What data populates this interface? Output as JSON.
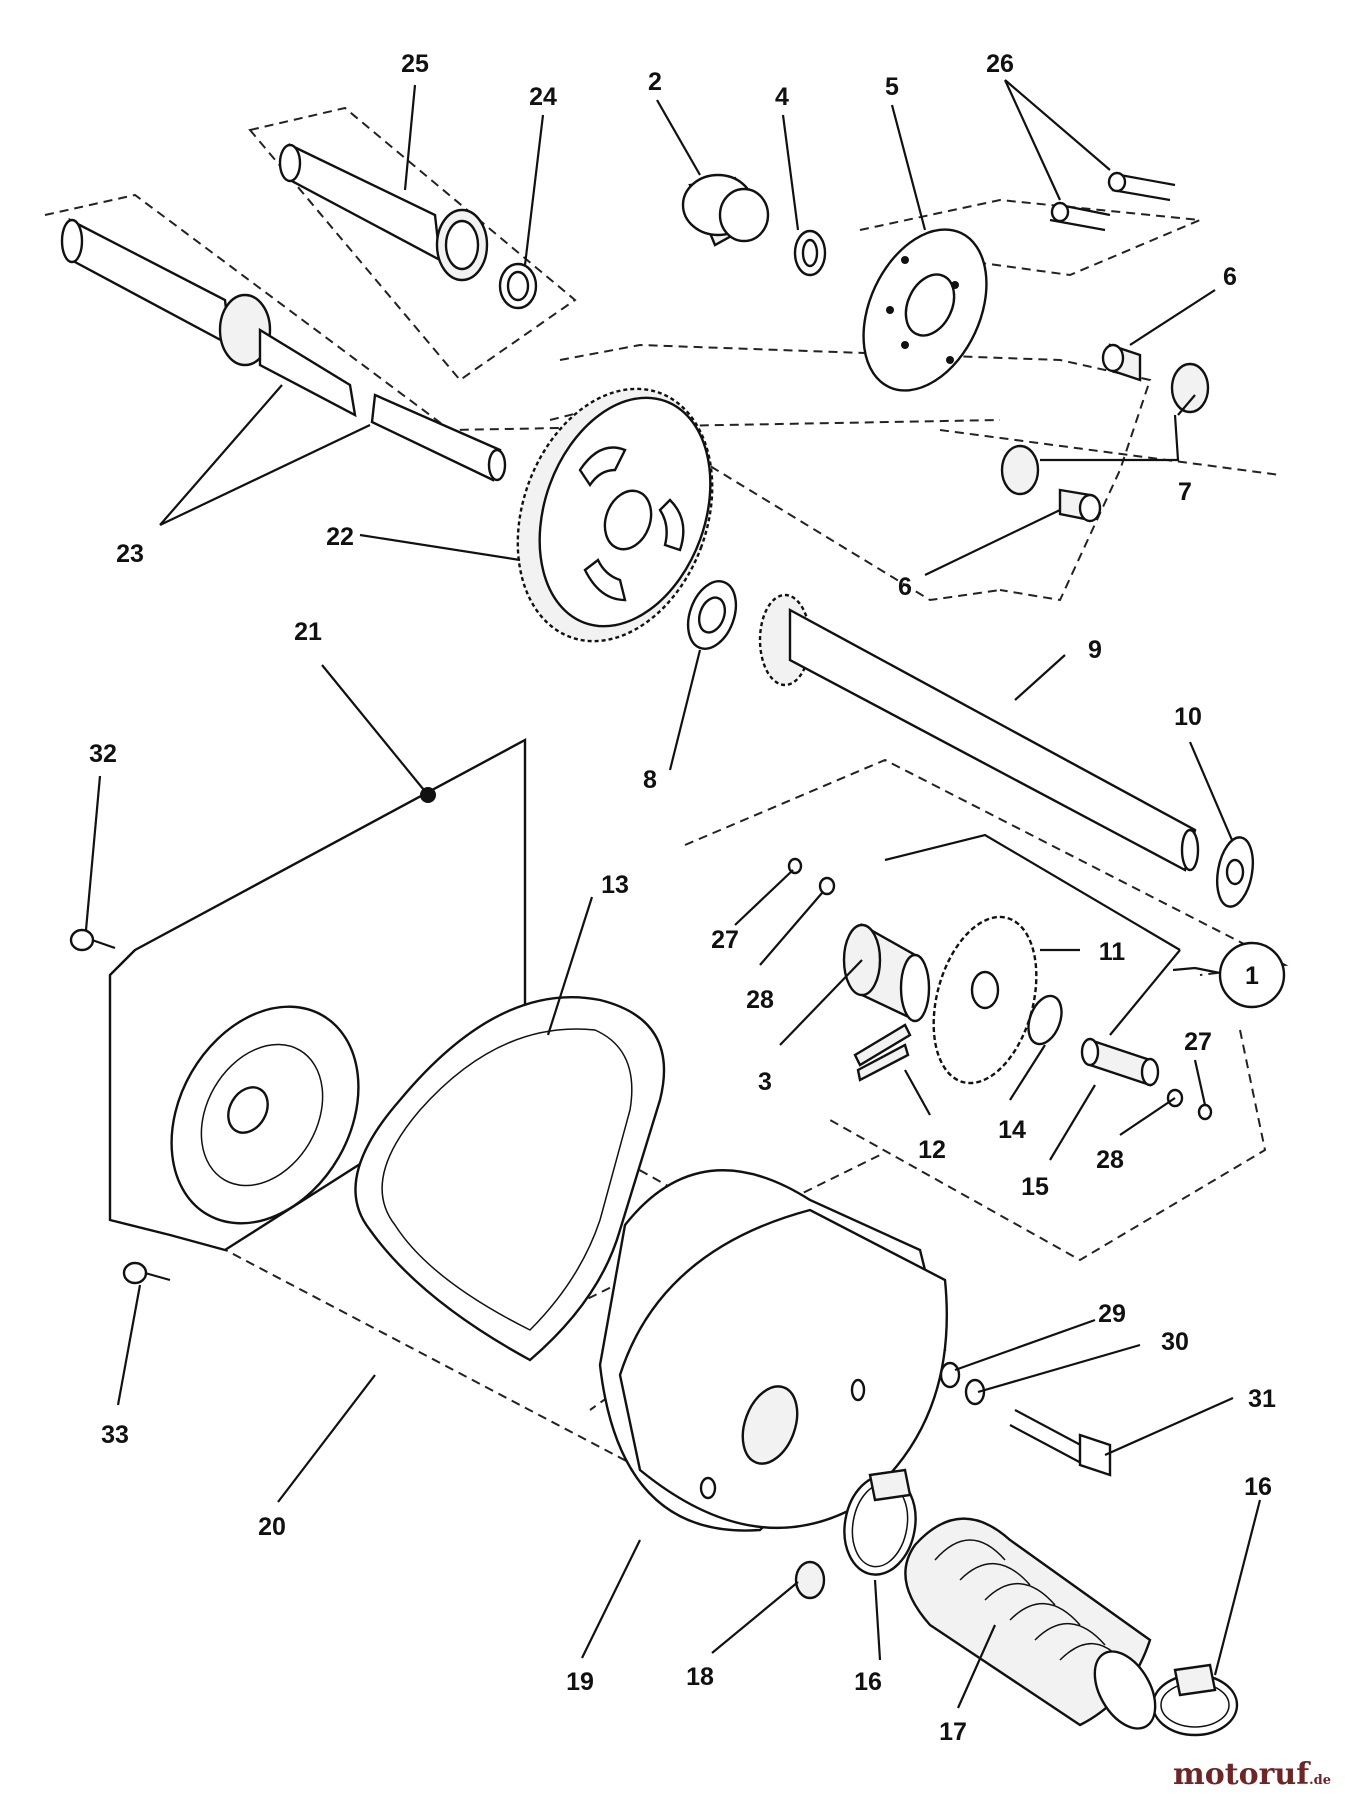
{
  "diagram": {
    "callouts": [
      {
        "id": "25",
        "label": "25"
      },
      {
        "id": "24",
        "label": "24"
      },
      {
        "id": "2",
        "label": "2"
      },
      {
        "id": "4",
        "label": "4"
      },
      {
        "id": "5",
        "label": "5"
      },
      {
        "id": "26",
        "label": "26"
      },
      {
        "id": "6a",
        "label": "6"
      },
      {
        "id": "7",
        "label": "7"
      },
      {
        "id": "6b",
        "label": "6"
      },
      {
        "id": "23",
        "label": "23"
      },
      {
        "id": "22",
        "label": "22"
      },
      {
        "id": "9",
        "label": "9"
      },
      {
        "id": "8",
        "label": "8"
      },
      {
        "id": "21",
        "label": "21"
      },
      {
        "id": "10",
        "label": "10"
      },
      {
        "id": "32",
        "label": "32"
      },
      {
        "id": "13",
        "label": "13"
      },
      {
        "id": "27a",
        "label": "27"
      },
      {
        "id": "28a",
        "label": "28"
      },
      {
        "id": "11",
        "label": "11"
      },
      {
        "id": "1",
        "label": "1"
      },
      {
        "id": "3",
        "label": "3"
      },
      {
        "id": "27b",
        "label": "27"
      },
      {
        "id": "14",
        "label": "14"
      },
      {
        "id": "12",
        "label": "12"
      },
      {
        "id": "28b",
        "label": "28"
      },
      {
        "id": "15",
        "label": "15"
      },
      {
        "id": "33",
        "label": "33"
      },
      {
        "id": "29",
        "label": "29"
      },
      {
        "id": "30",
        "label": "30"
      },
      {
        "id": "31",
        "label": "31"
      },
      {
        "id": "20",
        "label": "20"
      },
      {
        "id": "16a",
        "label": "16"
      },
      {
        "id": "19",
        "label": "19"
      },
      {
        "id": "18",
        "label": "18"
      },
      {
        "id": "16b",
        "label": "16"
      },
      {
        "id": "17",
        "label": "17"
      }
    ]
  },
  "watermark": {
    "brand": "motoruf",
    "tld": ".de"
  }
}
